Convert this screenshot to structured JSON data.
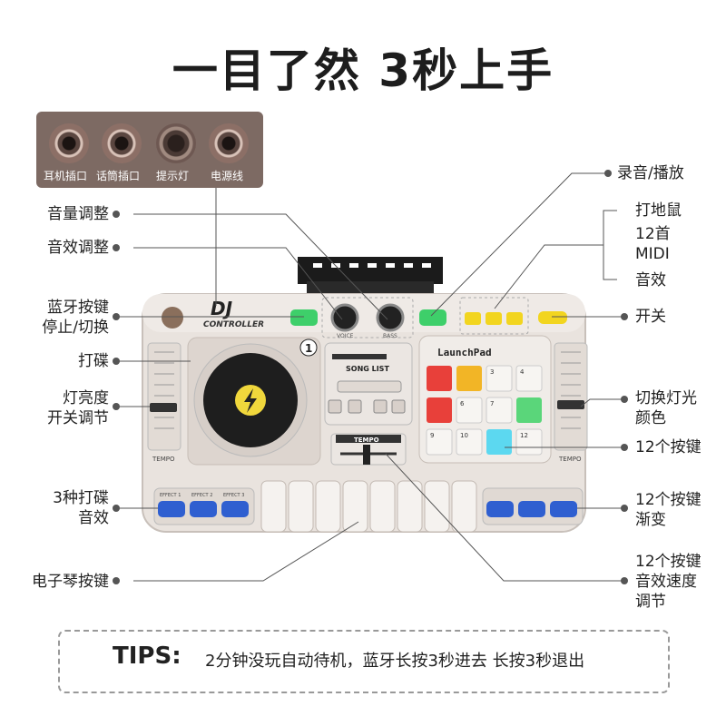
{
  "title": "一目了然 3秒上手",
  "ports": [
    "耳机插口",
    "话筒插口",
    "提示灯",
    "电源线"
  ],
  "labels_left": {
    "volume": "音量调整",
    "effect": "音效调整",
    "bt_line1": "蓝牙按键",
    "bt_line2": "停止/切换",
    "scratch": "打碟",
    "light_line1": "灯亮度",
    "light_line2": "开关调节",
    "fx_line1": "3种打碟",
    "fx_line2": "音效",
    "piano": "电子琴按键"
  },
  "labels_right": {
    "record": "录音/播放",
    "whack": "打地鼠",
    "midi_line1": "12首",
    "midi_line2": "MIDI",
    "sound": "音效",
    "power": "开关",
    "color_line1": "切换灯光",
    "color_line2": "颜色",
    "keys12": "12个按键",
    "grad_line1": "12个按键",
    "grad_line2": "渐变",
    "speed_line1": "12个按键",
    "speed_line2": "音效速度",
    "speed_line3": "调节"
  },
  "device": {
    "brand": "DJ",
    "sub": "CONTROLLER",
    "jog_number": "1",
    "song_list": "SONG LIST",
    "tempo": "TEMPO",
    "launchpad": "LaunchPad",
    "pad_numbers": [
      "3",
      "4",
      "6",
      "7",
      "9",
      "10",
      "12"
    ],
    "knob_labels": [
      "VOICE",
      "BASS"
    ],
    "fx_labels": [
      "EFFECT 1",
      "EFFECT 2",
      "EFFECT 3"
    ],
    "accent_green": "#3ecf6a",
    "accent_blue": "#2f5fd0",
    "accent_yellow": "#f2d51f"
  },
  "tips": {
    "head": "TIPS:",
    "text": "2分钟没玩自动待机，蓝牙长按3秒进去 长按3秒退出"
  }
}
